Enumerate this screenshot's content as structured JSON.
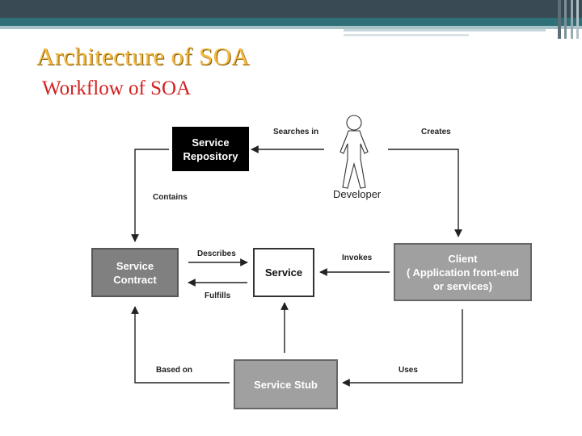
{
  "slide": {
    "title": "Architecture of SOA",
    "subtitle": "Workflow of SOA",
    "colors": {
      "title": "#f5b83b",
      "subtitle": "#d21f1f",
      "topbar_dark": "#3a4a55",
      "topbar_teal": "#2e6f78"
    }
  },
  "diagram": {
    "nodes": {
      "service_repository": "Service\nRepository",
      "service_contract": "Service\nContract",
      "service": "Service",
      "client": "Client\n( Application front-end\nor services)",
      "service_stub": "Service Stub",
      "developer": "Developer"
    },
    "edges": {
      "searches_in": "Searches in",
      "creates": "Creates",
      "contains": "Contains",
      "describes": "Describes",
      "fulfills": "Fulfills",
      "invokes": "Invokes",
      "based_on": "Based on",
      "uses": "Uses"
    },
    "icons": {
      "developer": "stick-figure-icon"
    }
  }
}
